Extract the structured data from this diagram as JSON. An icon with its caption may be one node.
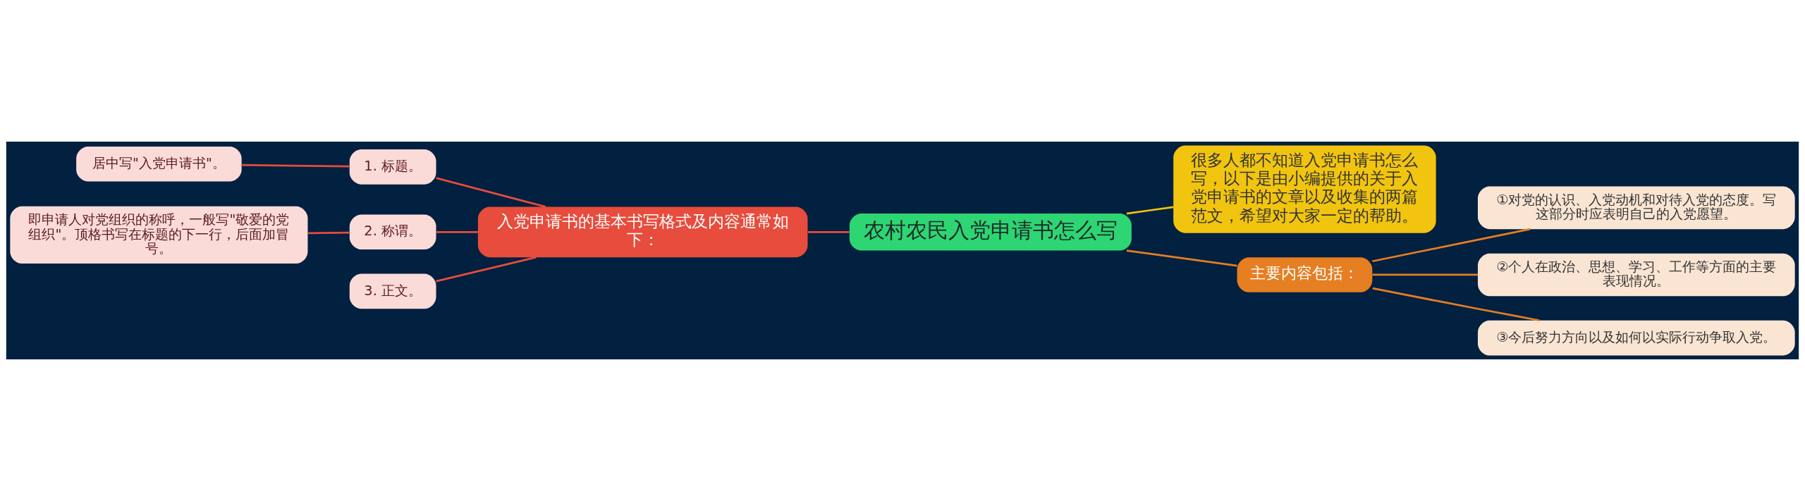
{
  "diagram": {
    "nodes": [
      {
        "text": [
          "农村农民入党申请书怎么写"
        ]
      },
      {
        "text": [
          "入党申请书的基本书写格式及内容通常如下："
        ]
      },
      {
        "text": [
          "1. 标题。"
        ]
      },
      {
        "text": [
          "居中写\"入党申请书\"。"
        ]
      },
      {
        "text": [
          "2. 称谓。"
        ]
      },
      {
        "text": [
          "即申请人对党组织的称呼，一般写\"敬爱的党组织\"。顶格书写在标题的下一行，后面加冒号。"
        ]
      },
      {
        "text": [
          "3. 正文。"
        ]
      },
      {
        "text": [
          "很多人都不知道入党申请书怎么写，以下是由小编提供的关于入党申请书的文章以及收集的两篇范文，希望对大家一定的帮助。"
        ]
      },
      {
        "text": [
          "主要内容包括："
        ]
      },
      {
        "text": [
          "①对党的认识、入党动机和对待入党的态度。写这部分时应表明自己的入党愿望。"
        ]
      },
      {
        "text": [
          "②个人在政治、思想、学习、工作等方面的主要表现情况。"
        ]
      },
      {
        "text": [
          "③今后努力方向以及如何以实际行动争取入党。"
        ]
      }
    ],
    "edges": [
      {
        "from": 0,
        "to": 1,
        "arrow": "none"
      },
      {
        "from": 1,
        "to": 2,
        "arrow": "none"
      },
      {
        "from": 2,
        "to": 3,
        "arrow": "none"
      },
      {
        "from": 1,
        "to": 4,
        "arrow": "none"
      },
      {
        "from": 4,
        "to": 5,
        "arrow": "none"
      },
      {
        "from": 1,
        "to": 6,
        "arrow": "none"
      },
      {
        "from": 0,
        "to": 7,
        "arrow": "none",
        "color": "#f1c40f"
      },
      {
        "from": 0,
        "to": 8,
        "arrow": "none",
        "color": "#e67e22"
      },
      {
        "from": 8,
        "to": 9,
        "arrow": "none",
        "color": "#e67e22"
      },
      {
        "from": 8,
        "to": 10,
        "arrow": "none",
        "color": "#e67e22"
      },
      {
        "from": 8,
        "to": 11,
        "arrow": "none",
        "color": "#e67e22"
      }
    ]
  }
}
